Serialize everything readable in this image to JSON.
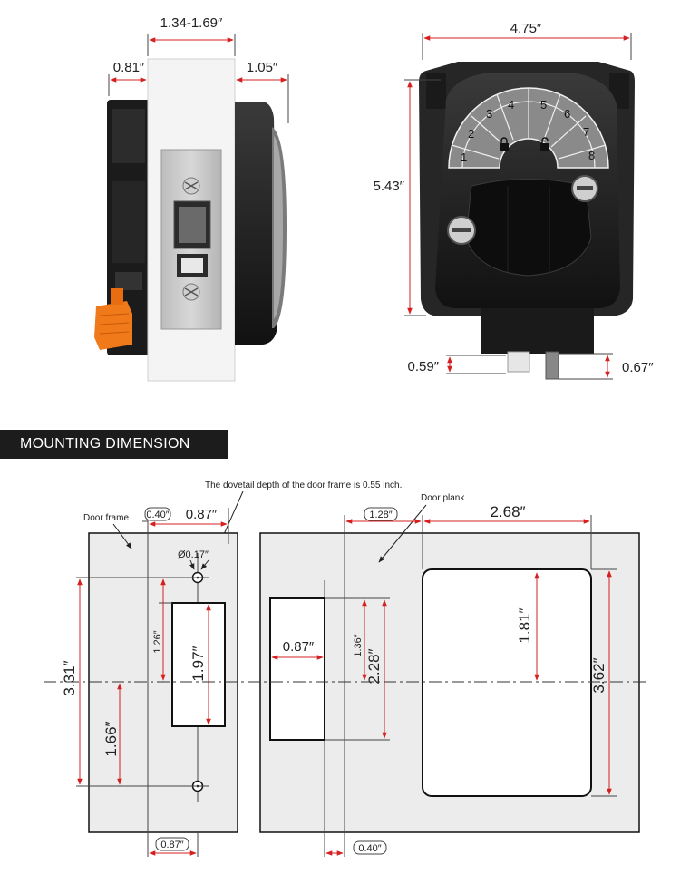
{
  "side_view": {
    "door_thickness": "1.34-1.69″",
    "inner_depth": "0.81″",
    "outer_depth": "1.05″"
  },
  "front_view": {
    "width": "4.75″",
    "height": "5.43″",
    "bottom_left": "0.59″",
    "bottom_right": "0.67″",
    "keypad_buttons": [
      "1",
      "2",
      "3",
      "4",
      "5",
      "6",
      "7",
      "8"
    ]
  },
  "banner": {
    "title": "MOUNTING DIMENSION"
  },
  "mounting": {
    "dovetail_note": "The dovetail depth of the door frame is  0.55 inch.",
    "door_frame_label": "Door frame",
    "door_plank_label": "Door plank",
    "frame": {
      "edge_offset": "0.40″",
      "hole_offset": "0.87″",
      "hole_diameter": "Ø0.17″",
      "upper_to_slot": "1.26″",
      "slot_height": "1.97″",
      "total_height": "3.31″",
      "hole_to_center": "1.66″",
      "bottom_offset": "0.87″"
    },
    "plank": {
      "edge_offset": "1.28″",
      "cutout_width": "2.68″",
      "cutout_half_height": "1.81″",
      "cutout_height": "3.62″",
      "slot_width": "0.87″",
      "slot_upper": "1.36″",
      "slot_height": "2.28″",
      "bottom_offset": "0.40″"
    }
  }
}
